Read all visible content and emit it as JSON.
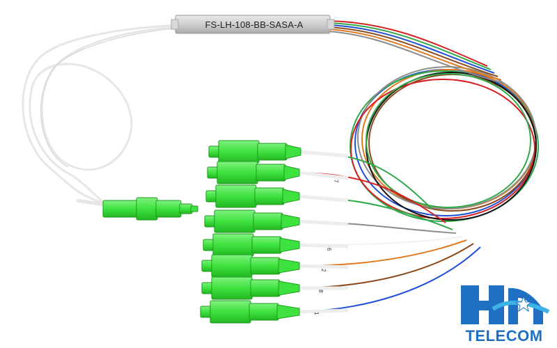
{
  "product": {
    "label": "FS-LH-108-BB-SASA-A"
  },
  "connector": {
    "type": "SC/APC",
    "color": "#3ee23e",
    "count": 8
  },
  "fiber_colors": [
    "#1f4fd6",
    "#e07a1f",
    "#2fa84a",
    "#8b4a1c",
    "#8c8c8c",
    "#f2f2f2",
    "#d62020",
    "#111111"
  ],
  "branch_numbers": [
    "7",
    "6",
    "2",
    "8",
    "1"
  ],
  "brand": {
    "name": "TELECOM",
    "primary_color": "#1f6fc2",
    "accent_color": "#3cb4e6"
  }
}
